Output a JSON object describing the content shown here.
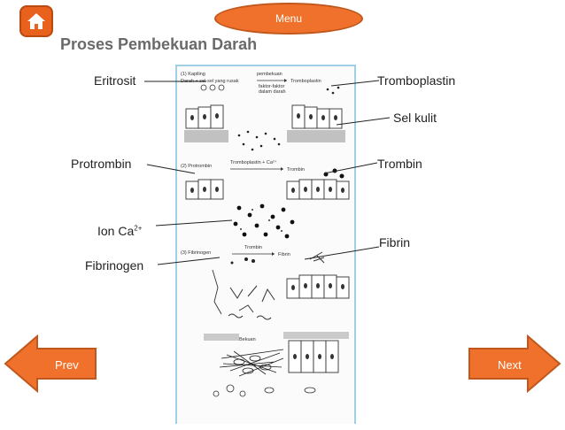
{
  "header": {
    "menu_label": "Menu",
    "title": "Proses Pembekuan Darah"
  },
  "figure": {
    "labels": {
      "eritrosit": "Eritrosit",
      "tromboplastin": "Tromboplastin",
      "sel_kulit": "Sel kulit",
      "protrombin": "Protrombin",
      "trombin": "Trombin",
      "ion_ca": "Ion Ca",
      "ion_ca_sup": "2+",
      "fibrin": "Fibrin",
      "fibrinogen": "Fibrinogen"
    },
    "inner": {
      "step1": "(1) Kapiling",
      "step1_eq": "Darah + sel-sel yang rusak",
      "step1_note1": "pembekuan",
      "step1_note2": "faktor-faktor",
      "step1_note3": "dalam darah",
      "step1_product": "Tromboplastin",
      "step2": "(2) Protrombin",
      "step2_eq": "Tromboplastin + Ca²⁺",
      "step2_product": "Trombin",
      "step3": "(3) Fibrinogen",
      "step3_enzyme": "Trombin",
      "step3_product": "Fibrin",
      "bekuan": "Bekuan"
    }
  },
  "nav": {
    "prev_label": "Prev",
    "next_label": "Next"
  },
  "colors": {
    "accent": "#f0712b",
    "figure_border": "#9fd0e8",
    "title": "#6a6a6a"
  }
}
